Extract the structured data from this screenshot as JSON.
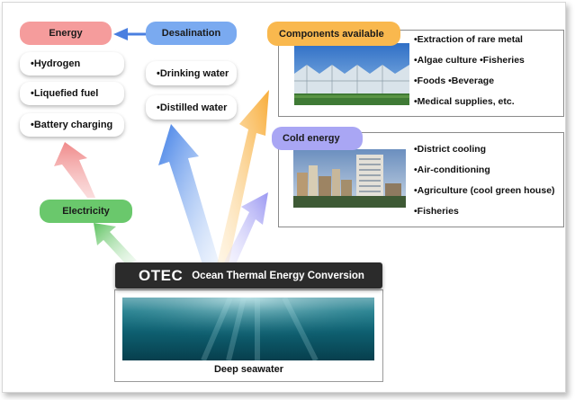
{
  "title": {
    "abbr": "OTEC",
    "full": "Ocean Thermal Energy Conversion"
  },
  "source": {
    "label": "Deep seawater"
  },
  "electricity": {
    "label": "Electricity"
  },
  "energy": {
    "label": "Energy",
    "items": [
      "•Hydrogen",
      "•Liquefied fuel",
      "•Battery  charging"
    ]
  },
  "desalination": {
    "label": "Desalination",
    "items": [
      "•Drinking water",
      "•Distilled water"
    ]
  },
  "components": {
    "label": "Components available",
    "items": [
      "•Extraction of rare metal",
      "•Algae culture  •Fisheries",
      "•Foods  •Beverage",
      "•Medical supplies, etc."
    ]
  },
  "cold_energy": {
    "label": "Cold energy",
    "items": [
      "•District cooling",
      "•Air-conditioning",
      "•Agriculture (cool green house)",
      "•Fisheries"
    ]
  },
  "colors": {
    "energy": "#f59c9c",
    "desalination": "#7aaaf0",
    "components": "#f9b84e",
    "cold_energy": "#a9a6f4",
    "electricity": "#6ac86c",
    "otec_bar": "#2b2b2b",
    "seawater": "#0e5f70"
  }
}
